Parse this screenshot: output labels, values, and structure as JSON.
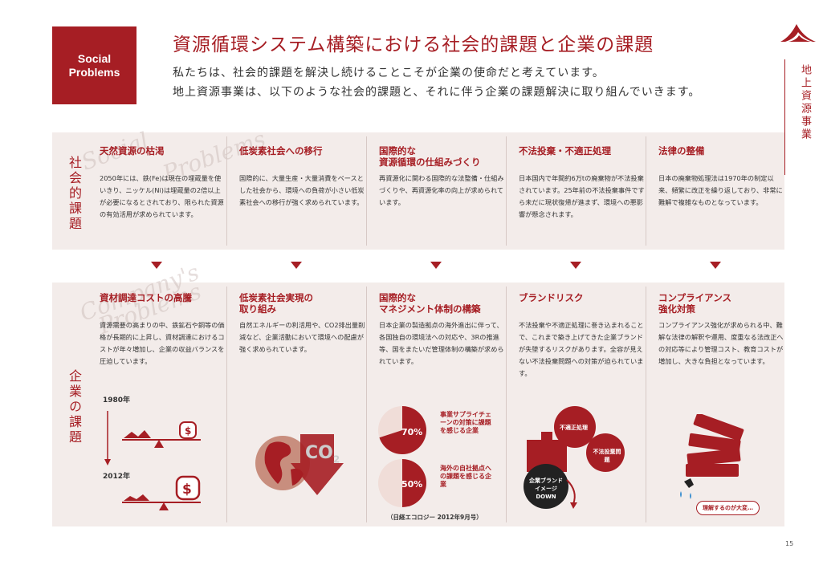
{
  "header": {
    "badge_line1": "Social",
    "badge_line2": "Problems",
    "title": "資源循環システム構築における社会的課題と企業の課題",
    "intro_line1": "私たちは、社会的課題を解決し続けることこそが企業の使命だと考えています。",
    "intro_line2": "地上資源事業は、以下のような社会的課題と、それに伴う企業の課題解決に取り組んでいきます。"
  },
  "sidebar_label": "地上資源事業",
  "social": {
    "band_label": "社会的課題",
    "ghost_text_1": "Social",
    "ghost_text_2": "Problems",
    "items": [
      {
        "title": "天然資源の枯渇",
        "title2": "",
        "text": "2050年には、鉄(Fe)は現在の埋蔵量を使いきり、ニッケル(Ni)は埋蔵量の2倍以上が必要になるとされており、限られた資源の有効活用が求められています。"
      },
      {
        "title": "低炭素社会への移行",
        "title2": "",
        "text": "国際的に、大量生産・大量消費をベースとした社会から、環境への負荷が小さい低炭素社会への移行が強く求められています。"
      },
      {
        "title": "国際的な",
        "title2": "資源循環の仕組みづくり",
        "text": "再資源化に関わる国際的な法整備・仕組みづくりや、再資源化率の向上が求められています。"
      },
      {
        "title": "不法投棄・不適正処理",
        "title2": "",
        "text": "日本国内で年間約6万tの廃棄物が不法投棄されています。25年前の不法投棄事件ですら未だに現状復帰が進まず、環境への悪影響が懸念されます。"
      },
      {
        "title": "法律の整備",
        "title2": "",
        "text": "日本の廃棄物処理法は1970年の制定以来、頻繁に改正を繰り返しており、非常に難解で複雑なものとなっています。"
      }
    ]
  },
  "company": {
    "band_label": "企業の課題",
    "ghost_text_1": "Company's",
    "ghost_text_2": "Problems",
    "items": [
      {
        "title": "資材調達コストの高騰",
        "title2": "",
        "text": "資源需要の高まりの中、鉄鉱石や銅等の価格が長期的に上昇し、資材調達におけるコストが年々増加し、企業の収益バランスを圧迫しています。"
      },
      {
        "title": "低炭素社会実現の",
        "title2": "取り組み",
        "text": "自然エネルギーの利活用や、CO2排出量削減など、企業活動において環境への配慮が強く求められています。"
      },
      {
        "title": "国際的な",
        "title2": "マネジメント体制の構築",
        "text": "日本企業の製造拠点の海外進出に伴って、各国独自の環境法への対応や、3Rの推進等、国をまたいだ管理体制の構築が求められています。"
      },
      {
        "title": "ブランドリスク",
        "title2": "",
        "text": "不法投棄や不適正処理に巻き込まれることで、これまで築き上げてきた企業ブランドが失墜するリスクがあります。全容が見えない不法投棄問題への対策が迫られています。"
      },
      {
        "title": "コンプライアンス",
        "title2": "強化対策",
        "text": "コンプライアンス強化が求められる中、難解な法律の解釈や運用、度重なる法改正への対応等により管理コスト、教育コストが増加し、大きな負担となっています。"
      }
    ]
  },
  "figures": {
    "year1": "1980年",
    "year2": "2012年",
    "co2": "CO",
    "co2_sub": "2",
    "pie1_value": "70%",
    "pie1_fraction": 0.7,
    "pie1_text": "事業サプライチェーンの対策に課題を感じる企業",
    "pie2_value": "50%",
    "pie2_fraction": 0.5,
    "pie2_text": "海外の自社拠点への課題を感じる企業",
    "source": "（日経エコロジー 2012年9月号）",
    "circle1": "不適正処理",
    "circle2": "不法投棄問題",
    "circle3": "企業ブランドイメージDOWN",
    "bubble": "理解するのが大変…"
  },
  "page_number": "15",
  "colors": {
    "accent": "#a61e24",
    "band": "#f3ecea"
  }
}
